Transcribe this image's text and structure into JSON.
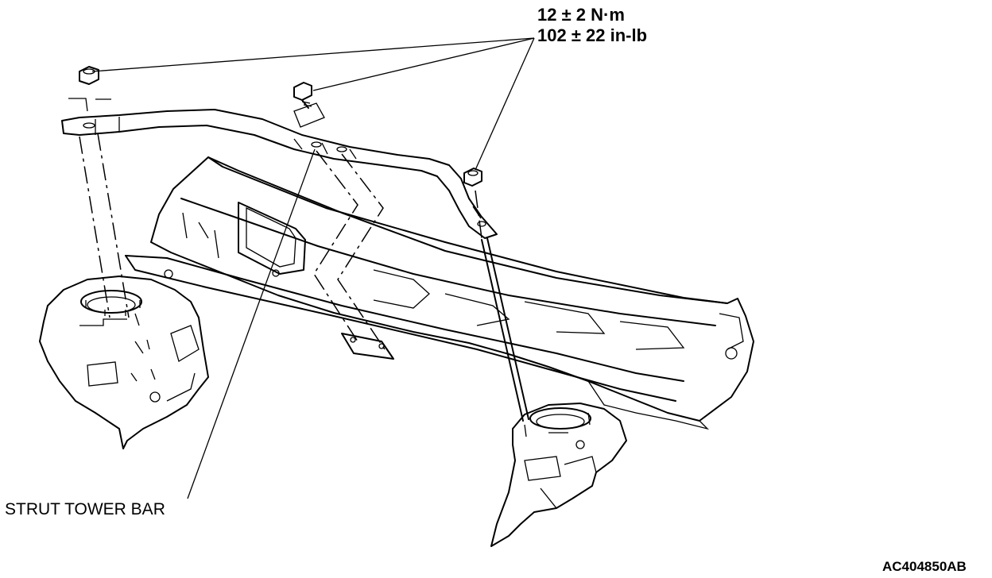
{
  "torque": {
    "metric": "12 ± 2 N·m",
    "imperial": "102 ± 22 in-lb"
  },
  "labels": {
    "strut_tower_bar": "STRUT TOWER BAR"
  },
  "figure_code": "AC404850AB"
}
